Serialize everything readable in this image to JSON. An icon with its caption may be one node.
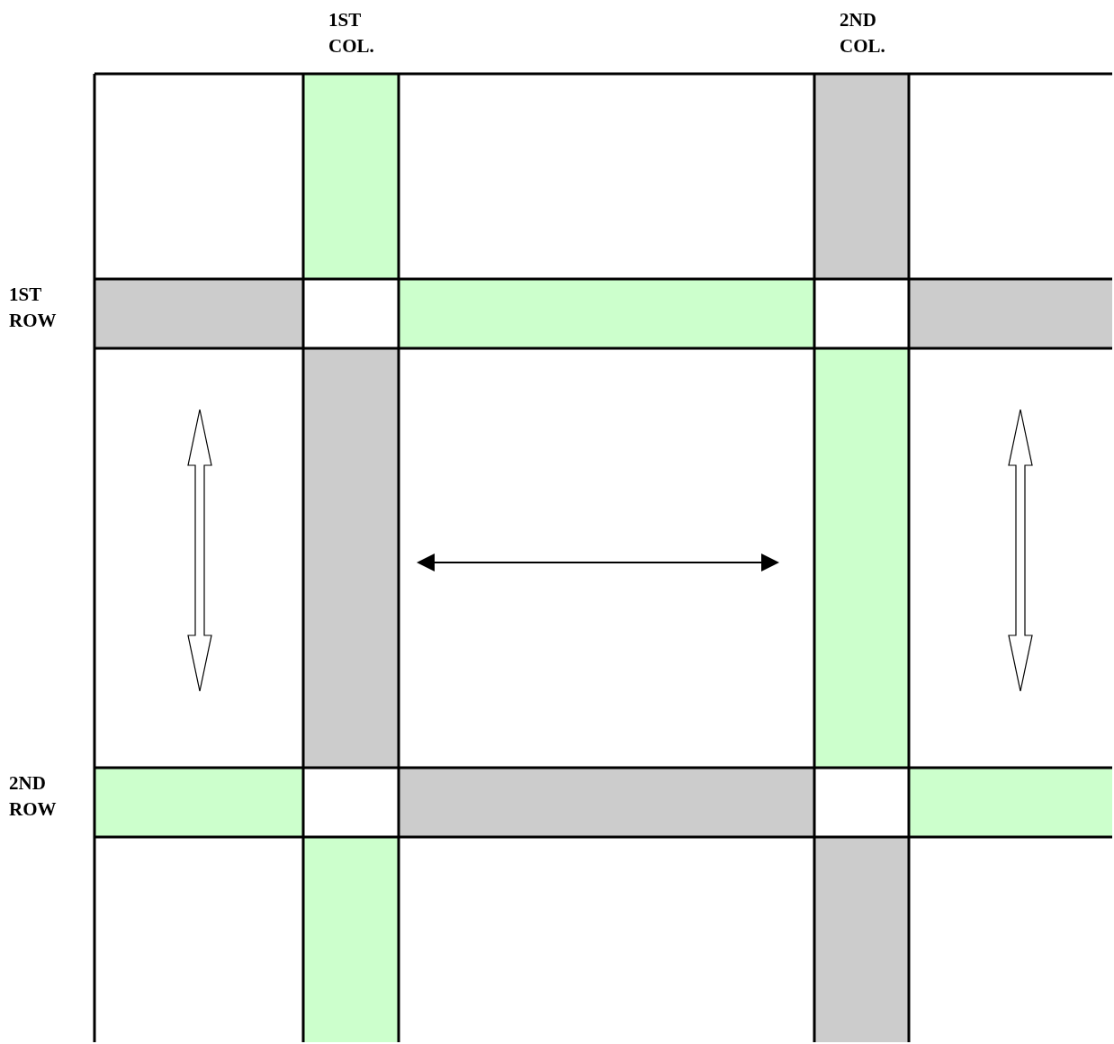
{
  "diagram": {
    "nodes": [
      {
        "text": [],
        "shape": "bar"
      },
      {
        "text": [],
        "shape": "bar"
      },
      {
        "text": [],
        "shape": "bar"
      },
      {
        "text": [],
        "shape": "bar"
      },
      {
        "text": [],
        "shape": "bar"
      },
      {
        "text": [],
        "shape": "bar"
      },
      {
        "text": [],
        "shape": "bar"
      },
      {
        "text": [],
        "shape": "bar"
      },
      {
        "text": [],
        "shape": "bar"
      },
      {
        "text": [],
        "shape": "bar"
      },
      {
        "text": [],
        "shape": "bar"
      },
      {
        "text": [],
        "shape": "bar"
      }
    ],
    "labels": [
      "1ST COL.",
      "2ND COL.",
      "1ST ROW",
      "2ND ROW"
    ]
  }
}
